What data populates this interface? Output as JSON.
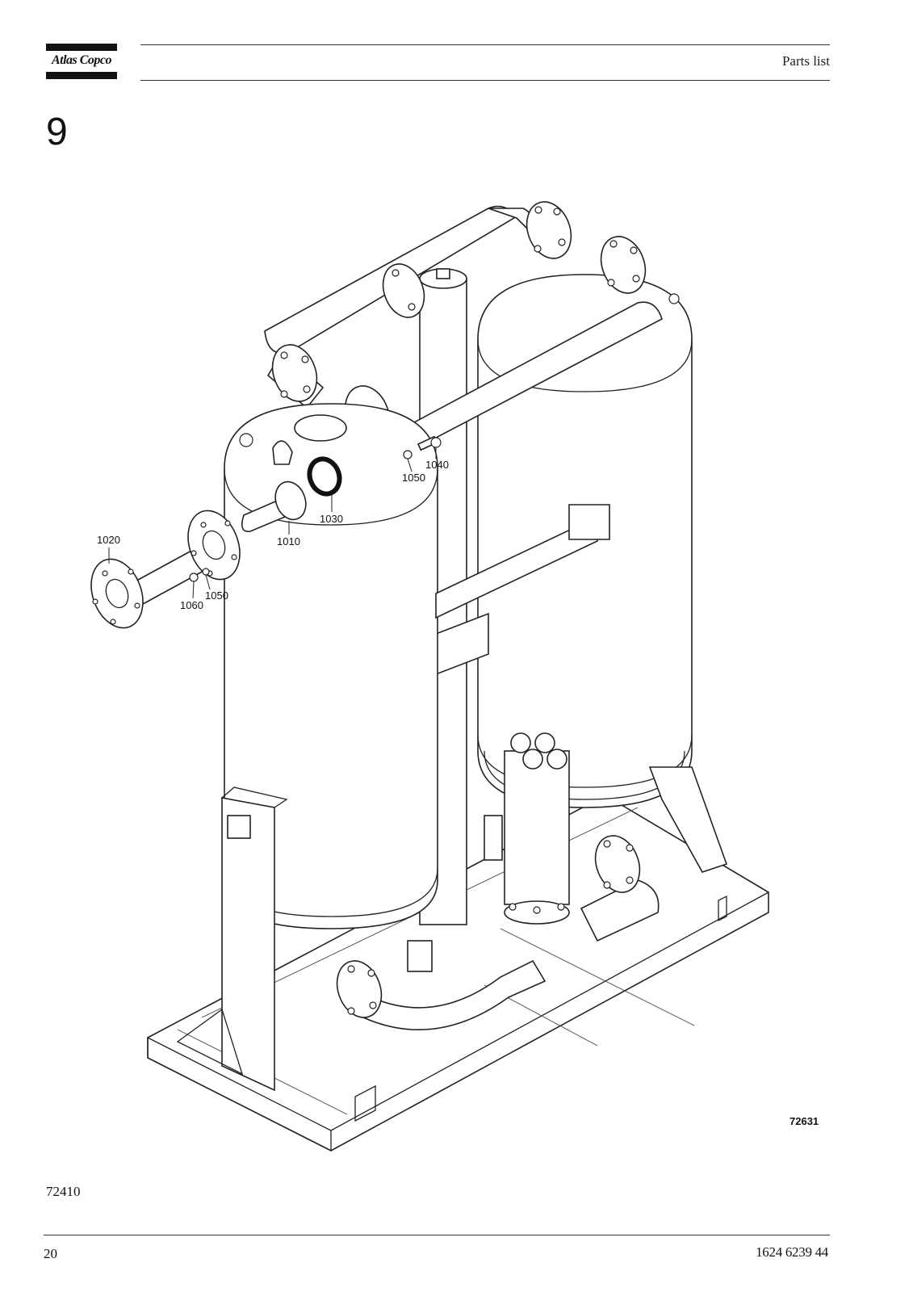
{
  "header": {
    "brand": "Atlas Copco",
    "title": "Parts list"
  },
  "section": {
    "number": "9"
  },
  "figure": {
    "callouts": [
      "1010",
      "1020",
      "1030",
      "1040",
      "1050",
      "1050",
      "1060"
    ],
    "image_ref": "72631",
    "code": "72410"
  },
  "footer": {
    "page_number": "20",
    "doc_number": "1624 6239 44"
  }
}
